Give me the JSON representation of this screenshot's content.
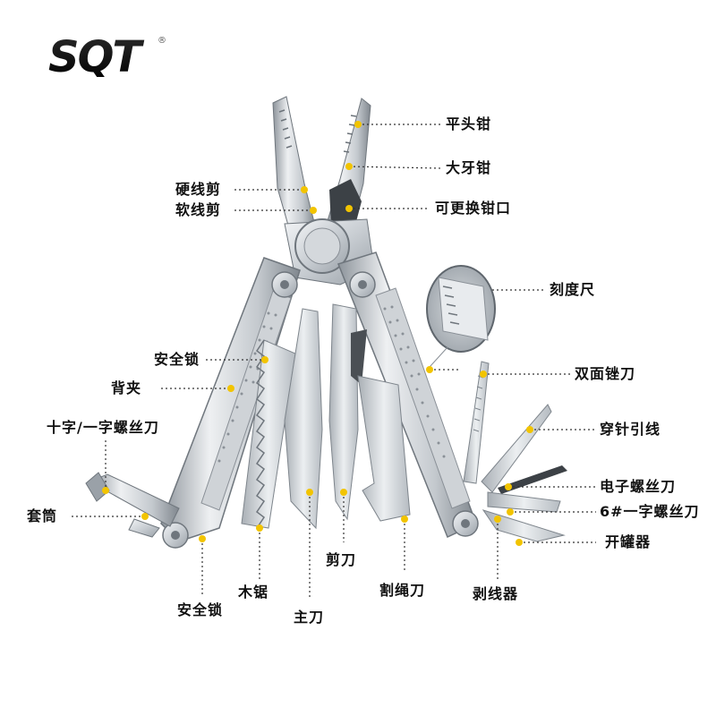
{
  "brand": {
    "logo_text": "SQT",
    "registered_mark": "®"
  },
  "callouts": {
    "flat_nose_pliers": "平头钳",
    "large_tooth_pliers": "大牙钳",
    "hard_wire_cutter": "硬线剪",
    "soft_wire_cutter": "软线剪",
    "replaceable_jaw": "可更换钳口",
    "ruler": "刻度尺",
    "double_file": "双面锉刀",
    "needle_threader": "穿针引线",
    "safety_lock_upper": "安全锁",
    "back_clip": "背夹",
    "screwdriver_cross_flat": "十字/一字螺丝刀",
    "electronic_screwdriver": "电子螺丝刀",
    "flat_screwdriver_6": "6#一字螺丝刀",
    "socket": "套筒",
    "can_opener": "开罐器",
    "scissors": "剪刀",
    "wood_saw": "木锯",
    "rope_cutter": "割绳刀",
    "wire_stripper": "剥线器",
    "safety_lock_lower": "安全锁",
    "main_blade": "主刀"
  },
  "colors": {
    "dot": "#f2c400",
    "leader": "#333333",
    "steel_light": "#e3e6e9",
    "steel_mid": "#bfc4c9",
    "steel_dark": "#7e858c"
  }
}
